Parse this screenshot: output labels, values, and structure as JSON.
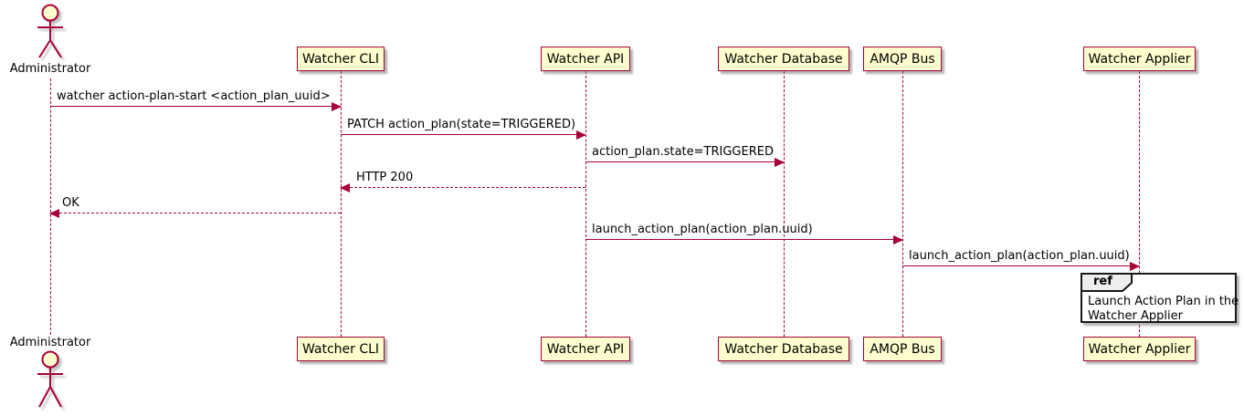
{
  "diagram": {
    "type": "plantuml-sequence",
    "actor": {
      "label": "Administrator"
    },
    "participants": [
      {
        "label": "Watcher CLI"
      },
      {
        "label": "Watcher API"
      },
      {
        "label": "Watcher Database"
      },
      {
        "label": "AMQP Bus"
      },
      {
        "label": "Watcher Applier"
      }
    ],
    "messages": [
      {
        "from": "Administrator",
        "to": "Watcher CLI",
        "style": "solid",
        "label": "watcher action-plan-start <action_plan_uuid>"
      },
      {
        "from": "Watcher CLI",
        "to": "Watcher API",
        "style": "solid",
        "label": "PATCH action_plan(state=TRIGGERED)"
      },
      {
        "from": "Watcher API",
        "to": "Watcher Database",
        "style": "solid",
        "label": "action_plan.state=TRIGGERED"
      },
      {
        "from": "Watcher API",
        "to": "Watcher CLI",
        "style": "dashed",
        "label": "HTTP 200"
      },
      {
        "from": "Watcher CLI",
        "to": "Administrator",
        "style": "dashed",
        "label": "OK"
      },
      {
        "from": "Watcher API",
        "to": "AMQP Bus",
        "style": "solid",
        "label": "launch_action_plan(action_plan.uuid)"
      },
      {
        "from": "AMQP Bus",
        "to": "Watcher Applier",
        "style": "solid",
        "label": "launch_action_plan(action_plan.uuid)"
      }
    ],
    "ref": {
      "tag": "ref",
      "line1": "Launch Action Plan in the",
      "line2": "Watcher Applier",
      "over": "Watcher Applier"
    },
    "colors": {
      "line": "#A80036",
      "box_fill": "#FEFECE",
      "ref_border": "#181818",
      "ref_tab_fill": "#EEEEEE",
      "text": "#000000",
      "background": "#FFFFFF"
    }
  }
}
